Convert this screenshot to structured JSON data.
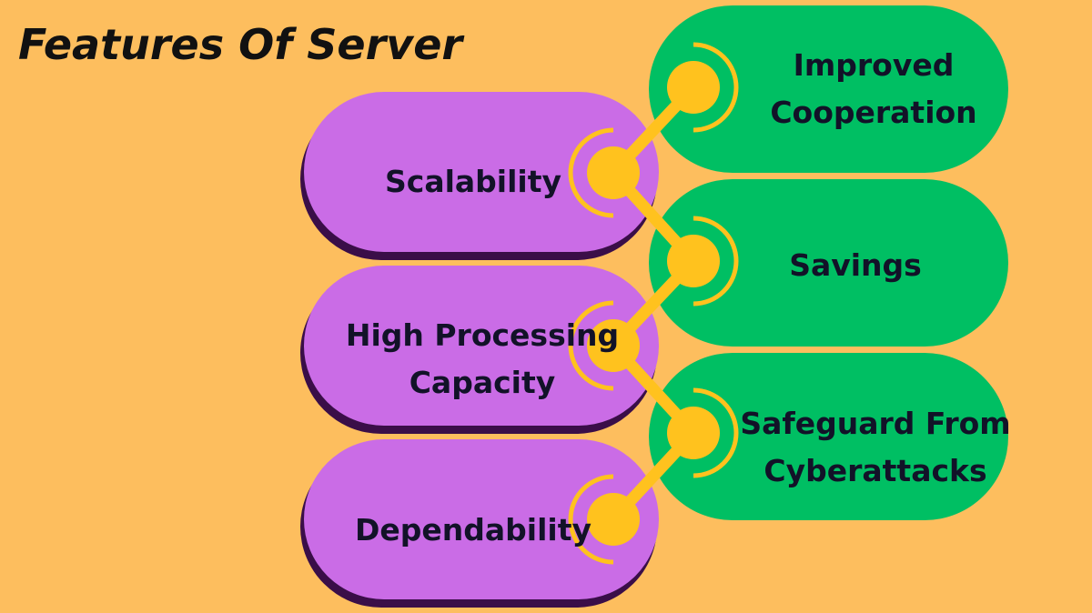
{
  "title": "Features Of Server",
  "colors": {
    "background": "#FDBE5E",
    "left_pill": "#CA6CE6",
    "left_pill_shadow": "#3A0E48",
    "right_pill": "#00BF63",
    "connector": "#FFC21E",
    "text": "#121228"
  },
  "features_left": [
    {
      "label": "Scalability"
    },
    {
      "label": "High Processing\nCapacity"
    },
    {
      "label": "Dependability"
    }
  ],
  "features_right": [
    {
      "label": "Improved\nCooperation"
    },
    {
      "label": "Savings"
    },
    {
      "label": "Safeguard From\nCyberattacks"
    }
  ]
}
